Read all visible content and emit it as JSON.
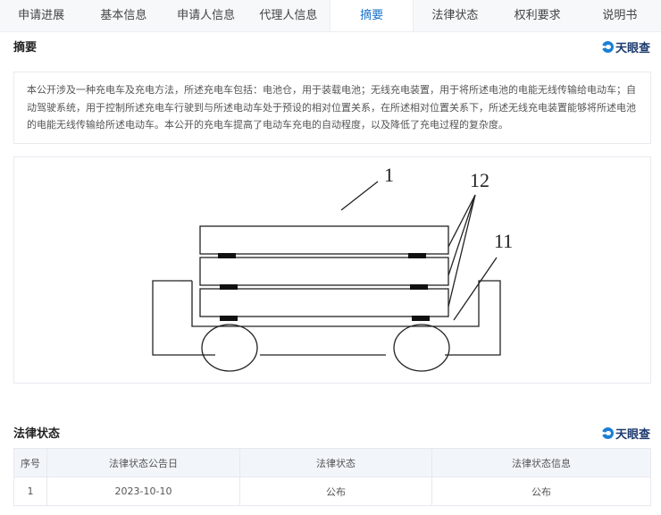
{
  "tabs": [
    {
      "label": "申请进展",
      "active": false
    },
    {
      "label": "基本信息",
      "active": false
    },
    {
      "label": "申请人信息",
      "active": false
    },
    {
      "label": "代理人信息",
      "active": false
    },
    {
      "label": "摘要",
      "active": true
    },
    {
      "label": "法律状态",
      "active": false
    },
    {
      "label": "权利要求",
      "active": false
    },
    {
      "label": "说明书",
      "active": false
    }
  ],
  "abstract": {
    "title": "摘要",
    "logo_text": "天眼查",
    "text": "本公开涉及一种充电车及充电方法，所述充电车包括：电池仓，用于装载电池；无线充电装置，用于将所述电池的电能无线传输给电动车；自动驾驶系统，用于控制所述充电车行驶到与所述电动车处于预设的相对位置关系，在所述相对位置关系下，所述无线充电装置能够将所述电池的电能无线传输给所述电动车。本公开的充电车提高了电动车充电的自动程度，以及降低了充电过程的复杂度。"
  },
  "figure": {
    "labels": {
      "vehicle": "1",
      "battery": "12",
      "compartment": "11"
    }
  },
  "legal_status": {
    "title": "法律状态",
    "logo_text": "天眼查",
    "columns": [
      "序号",
      "法律状态公告日",
      "法律状态",
      "法律状态信息"
    ],
    "rows": [
      {
        "index": "1",
        "date": "2023-10-10",
        "status": "公布",
        "info": "公布"
      }
    ]
  },
  "colors": {
    "accent": "#1a73c9",
    "logo": "#1b7fd6"
  }
}
